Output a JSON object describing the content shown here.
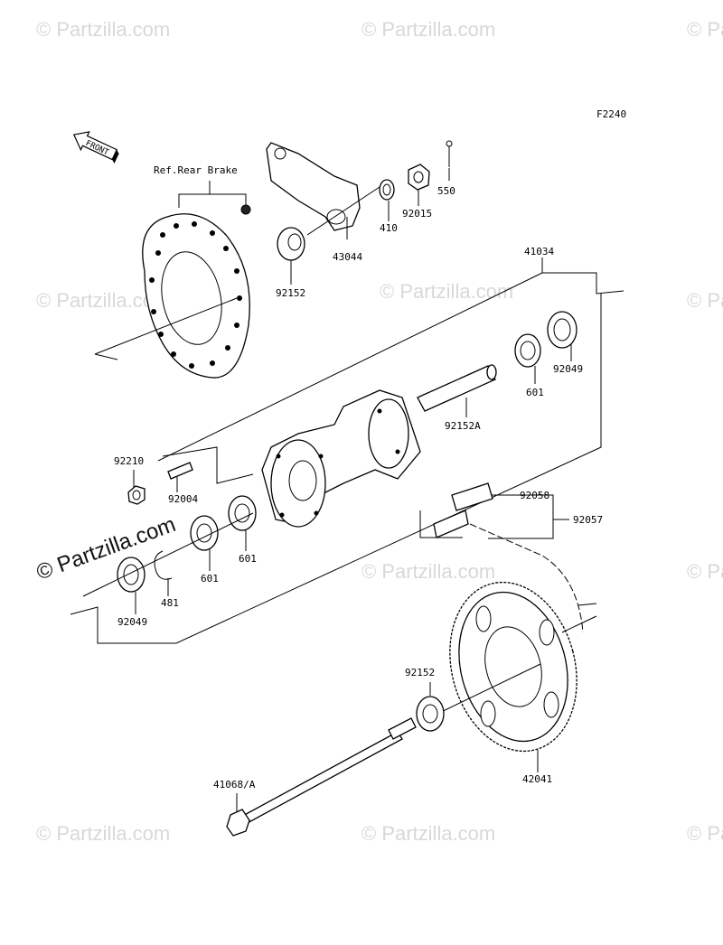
{
  "diagram_id": "F2240",
  "front_label": "FRONT",
  "reference_label": "Ref.Rear Brake",
  "watermark": "© Partzilla.com",
  "callouts": [
    {
      "id": "550",
      "text": "550"
    },
    {
      "id": "92015",
      "text": "92015"
    },
    {
      "id": "410",
      "text": "410"
    },
    {
      "id": "43044",
      "text": "43044"
    },
    {
      "id": "92152-top",
      "text": "92152"
    },
    {
      "id": "41034",
      "text": "41034"
    },
    {
      "id": "92049-right",
      "text": "92049"
    },
    {
      "id": "601-right",
      "text": "601"
    },
    {
      "id": "92152A",
      "text": "92152A"
    },
    {
      "id": "92210",
      "text": "92210"
    },
    {
      "id": "92004",
      "text": "92004"
    },
    {
      "id": "601-mid",
      "text": "601"
    },
    {
      "id": "601-left",
      "text": "601"
    },
    {
      "id": "481",
      "text": "481"
    },
    {
      "id": "92049-left",
      "text": "92049"
    },
    {
      "id": "92058",
      "text": "92058"
    },
    {
      "id": "92057",
      "text": "92057"
    },
    {
      "id": "92152-bottom",
      "text": "92152"
    },
    {
      "id": "42041",
      "text": "42041"
    },
    {
      "id": "41068A",
      "text": "41068/A"
    }
  ]
}
